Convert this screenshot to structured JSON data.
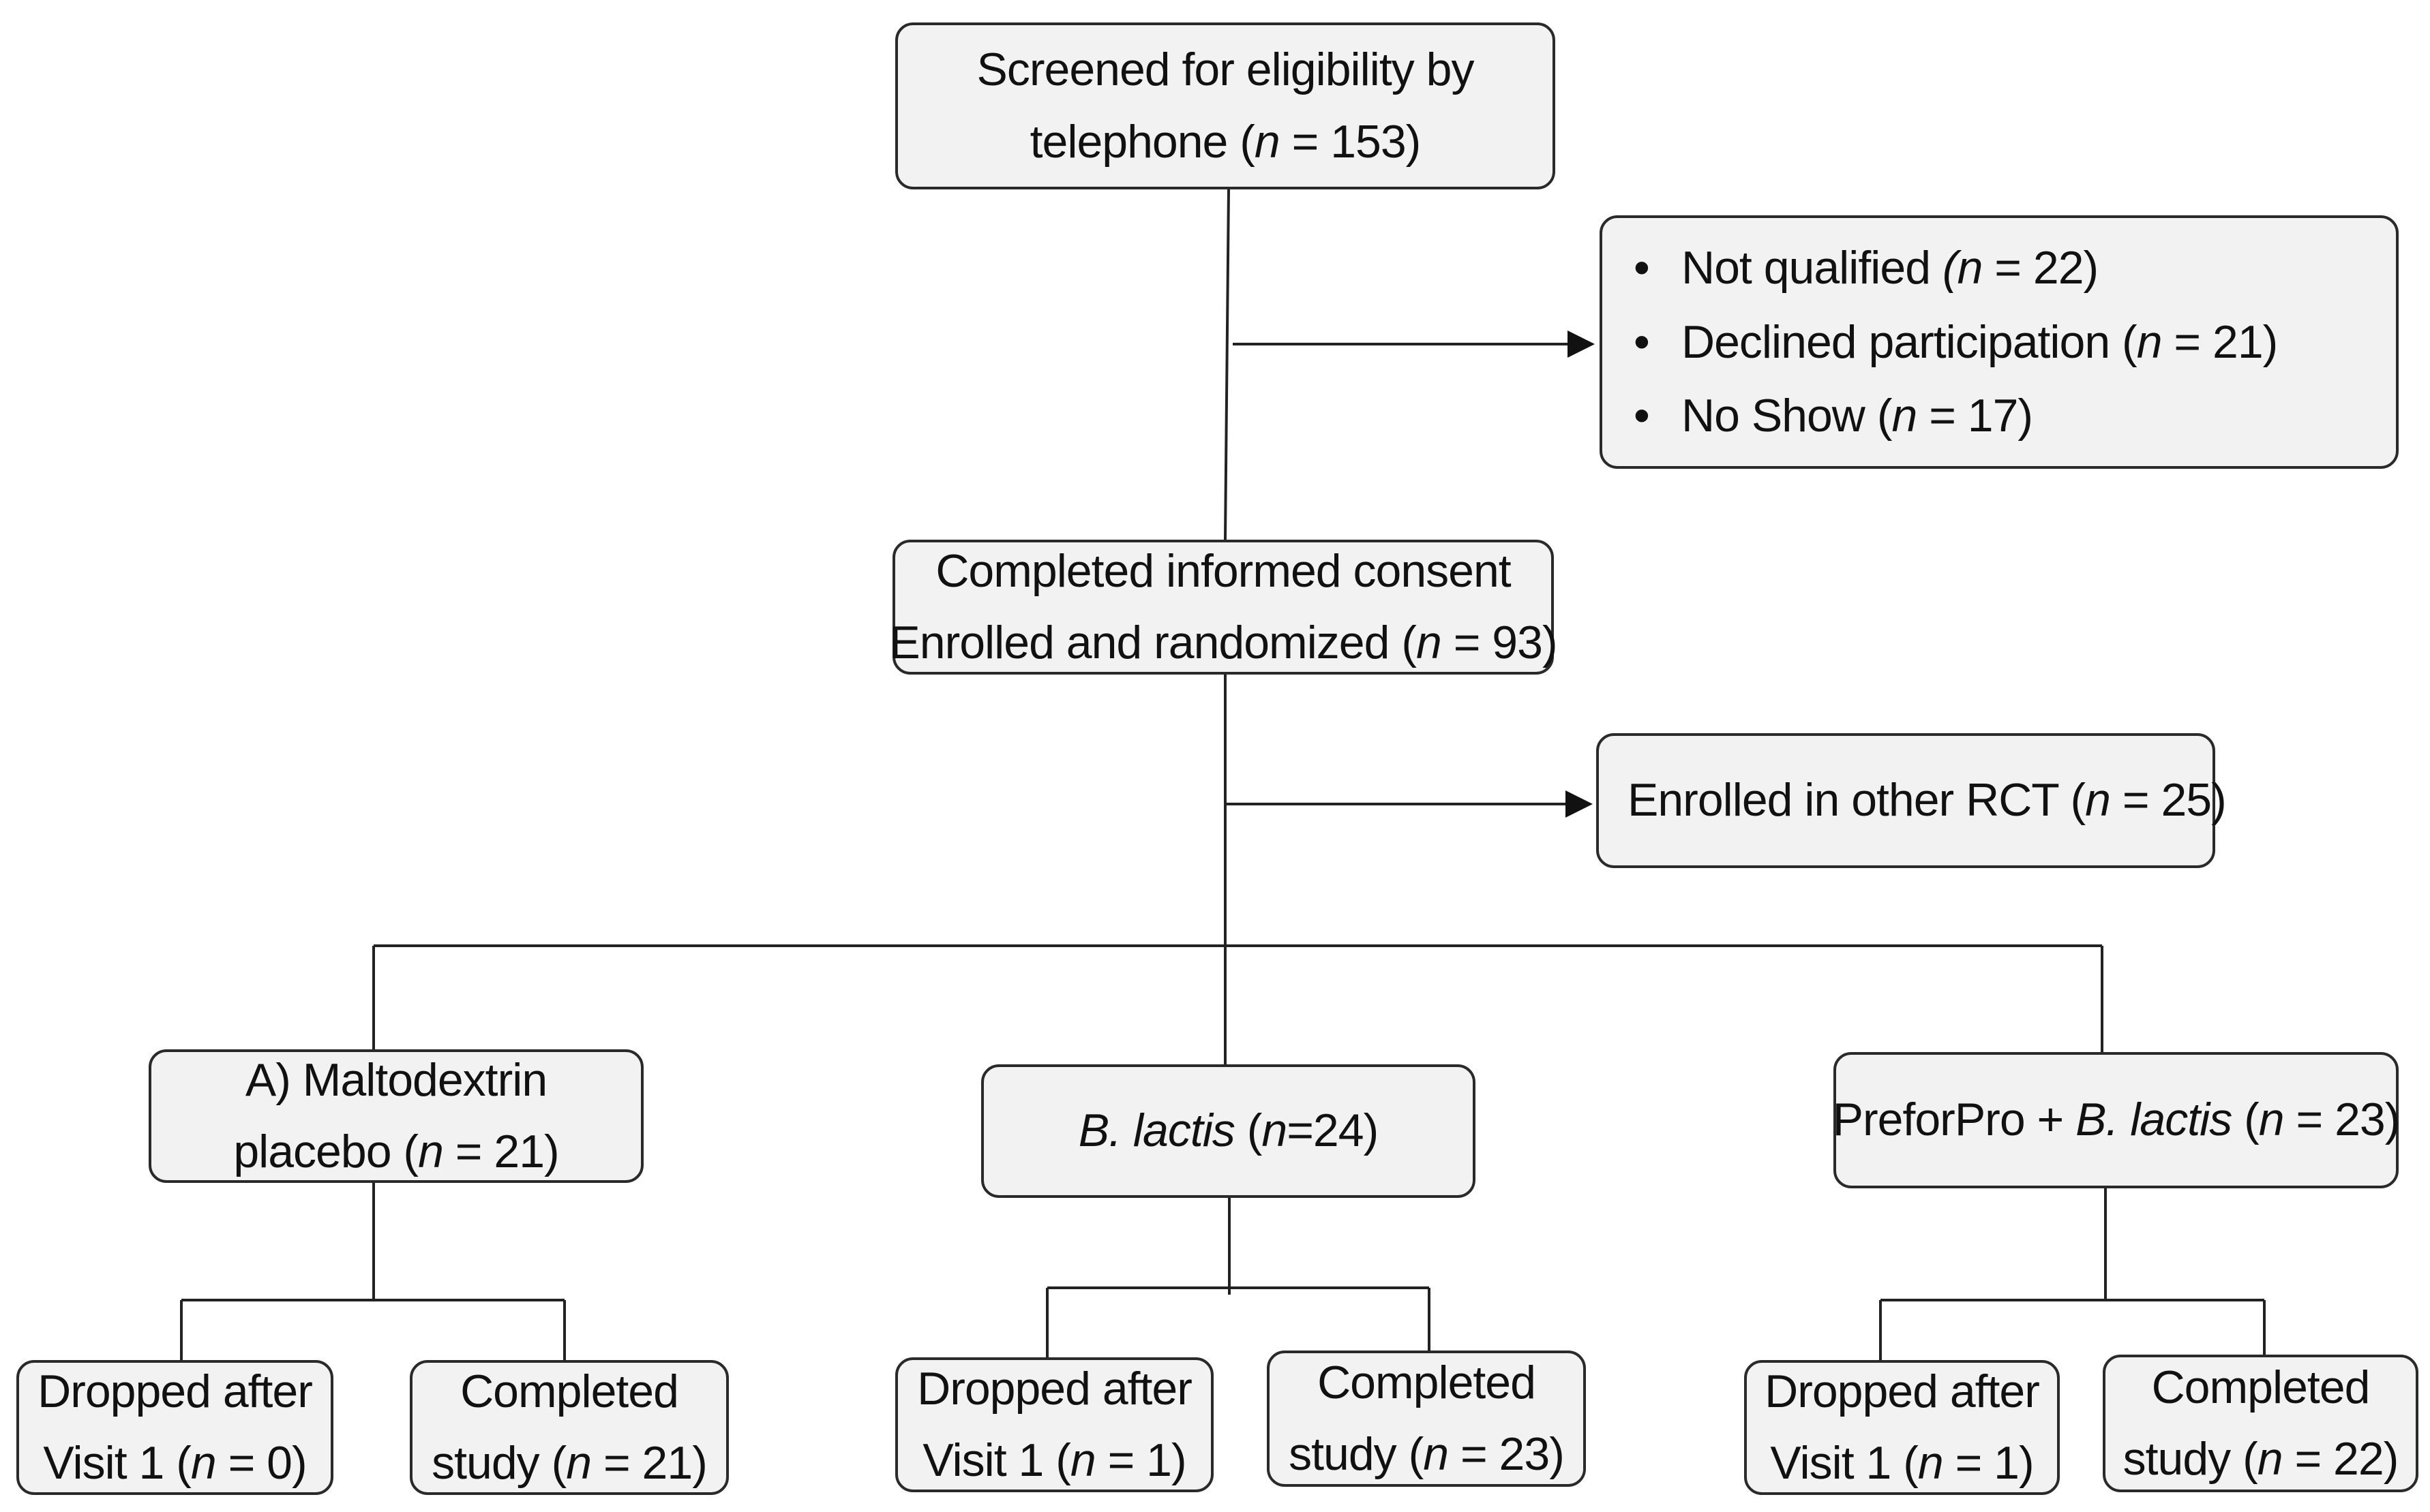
{
  "screened": {
    "line1": "Screened for eligibility by",
    "line2_pre": "telephone (",
    "n": "n",
    "line2_post": " = 153)"
  },
  "excluded": {
    "items": [
      {
        "label": "Not qualified ",
        "open": "(",
        "n": "n",
        "value": " = 22)"
      },
      {
        "label": "Declined participation ",
        "open": "(",
        "n": "n",
        "value": " = 21)"
      },
      {
        "label": "No Show ",
        "open": "(",
        "n": "n",
        "value": " = 17)"
      }
    ]
  },
  "consent": {
    "line1": "Completed informed consent",
    "line2_pre": "Enrolled and randomized (",
    "n": "n",
    "line2_post": " = 93)"
  },
  "other_rct": {
    "pre": "Enrolled in other RCT (",
    "n": "n",
    "post": " = 25)"
  },
  "arms": {
    "a": {
      "line1": "A) Maltodextrin",
      "line2_pre": "placebo (",
      "n": "n",
      "line2_post": " = 21)"
    },
    "b": {
      "name": "B. lactis",
      "pre": " (",
      "n": "n",
      "post": "=24)"
    },
    "c": {
      "pre": "PreforPro + ",
      "name": "B. lactis",
      "pre2": " (",
      "n": "n",
      "post": " = 23)"
    }
  },
  "outcomes": {
    "a_dropped": {
      "line1": "Dropped after",
      "line2_pre": "Visit 1 (",
      "n": "n",
      "line2_post": " = 0)"
    },
    "a_completed": {
      "line1": "Completed",
      "line2_pre": "study (",
      "n": "n",
      "line2_post": " = 21)"
    },
    "b_dropped": {
      "line1": "Dropped after",
      "line2_pre": "Visit 1 (",
      "n": "n",
      "line2_post": " = 1)"
    },
    "b_completed": {
      "line1": "Completed",
      "line2_pre": "study (",
      "n": "n",
      "line2_post": " = 23)"
    },
    "c_dropped": {
      "line1": "Dropped after",
      "line2_pre": "Visit 1 (",
      "n": "n",
      "line2_post": " = 1)"
    },
    "c_completed": {
      "line1": "Completed",
      "line2_pre": "study (",
      "n": "n",
      "line2_post": " = 22)"
    }
  },
  "colors": {
    "box_fill": "#f2f2f2",
    "stroke": "#2a2a2a"
  }
}
